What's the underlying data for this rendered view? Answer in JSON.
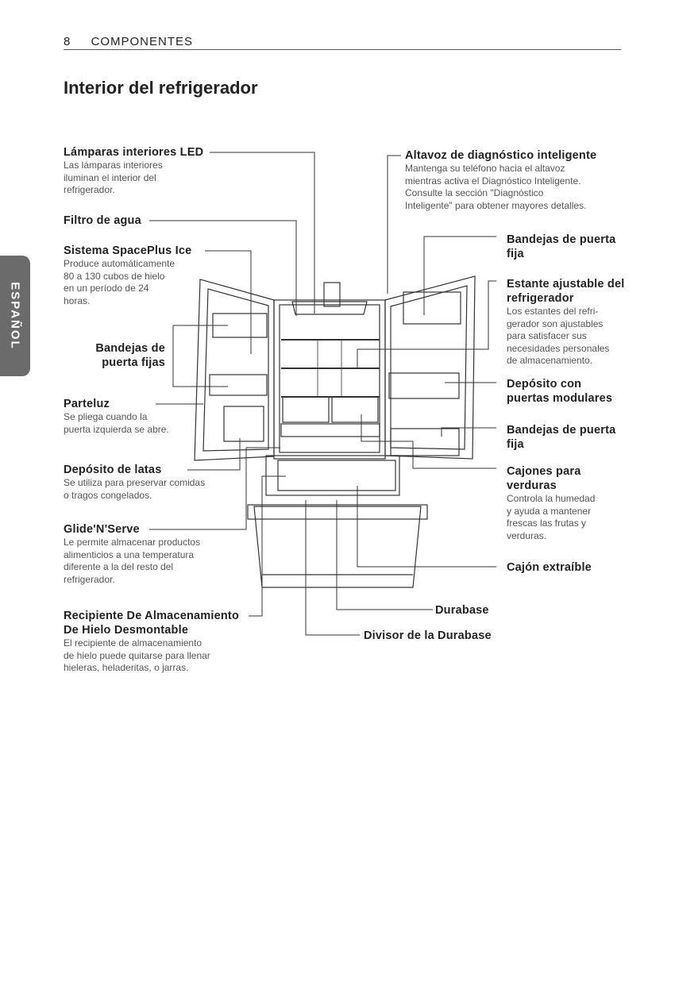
{
  "header": {
    "page_number": "8",
    "section": "COMPONENTES"
  },
  "title": "Interior del refrigerador",
  "side_tab": "ESPAÑOL",
  "labels": {
    "lamparas": {
      "title": "Lámparas interiores LED",
      "desc": [
        "Las lámparas interiores",
        "iluminan el interior del",
        "refrigerador."
      ]
    },
    "filtro": {
      "title": "Filtro de agua"
    },
    "spaceplus": {
      "title": "Sistema SpacePlus Ice",
      "desc": [
        "Produce automáticamente",
        "80 a 130 cubos de hielo",
        "en un período de 24",
        "horas."
      ]
    },
    "bandejas_izq": {
      "title": [
        "Bandejas de",
        "puerta fijas"
      ]
    },
    "parteluz": {
      "title": "Parteluz",
      "desc": [
        "Se pliega cuando la",
        "puerta izquierda se abre."
      ]
    },
    "deposito_latas": {
      "title": "Depósito de latas",
      "desc": [
        "Se utiliza para preservar comidas",
        "o tragos congelados."
      ]
    },
    "glide": {
      "title": "Glide'N'Serve",
      "desc": [
        "Le permite almacenar productos",
        "alimenticios a una temperatura",
        "diferente a la del resto del",
        "refrigerador."
      ]
    },
    "recipiente": {
      "title": [
        "Recipiente De Almacenamiento",
        "De Hielo Desmontable"
      ],
      "desc": [
        "El recipiente de almacenamiento",
        "de hielo puede quitarse para llenar",
        "hieleras, heladeritas, o jarras."
      ]
    },
    "altavoz": {
      "title": "Altavoz de diagnóstico inteligente",
      "desc": [
        "Mantenga su teléfono hacia el altavoz",
        "mientras activa el Diagnóstico Inteligente.",
        "Consulte la sección \"Diagnóstico",
        "Inteligente\" para obtener mayores detalles."
      ]
    },
    "bandejas_der1": {
      "title": [
        "Bandejas de puerta",
        "fija"
      ]
    },
    "estante": {
      "title": [
        "Estante ajustable del",
        "refrigerador"
      ],
      "desc": [
        "Los estantes del refri-",
        "gerador son ajustables",
        "para satisfacer sus",
        "necesidades personales",
        "de almacenamiento."
      ]
    },
    "deposito_mod": {
      "title": [
        "Depósito con",
        "puertas modulares"
      ]
    },
    "bandejas_der2": {
      "title": [
        "Bandejas de puerta",
        "fija"
      ]
    },
    "cajones": {
      "title": [
        "Cajones para",
        "verduras"
      ],
      "desc": [
        "Controla la humedad",
        "y ayuda a mantener",
        "frescas las frutas y",
        "verduras."
      ]
    },
    "cajon_extraible": {
      "title": "Cajón extraíble"
    },
    "durabase": {
      "title": "Durabase"
    },
    "divisor": {
      "title": "Divisor de la Durabase"
    }
  }
}
